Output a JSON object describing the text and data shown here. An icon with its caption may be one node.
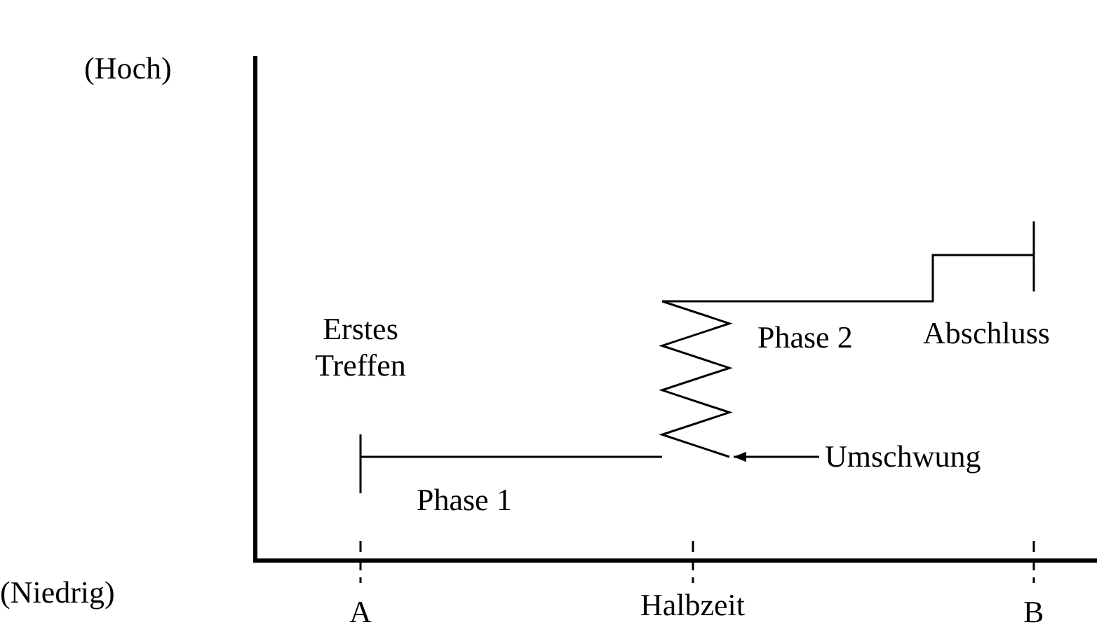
{
  "diagram": {
    "nodes": [
      {
        "text": [
          "Umschwung"
        ]
      },
      {
        "text": [],
        "shape": "zigzag"
      }
    ],
    "edges": [
      {
        "from": 0,
        "to": 1,
        "arrow": "to"
      }
    ],
    "labels": [
      "(Hoch)",
      "Erstes Treffen",
      "Phase 2",
      "Abschluss",
      "Phase 1",
      "(Niedrig)",
      "A",
      "Halbzeit",
      "B"
    ]
  }
}
